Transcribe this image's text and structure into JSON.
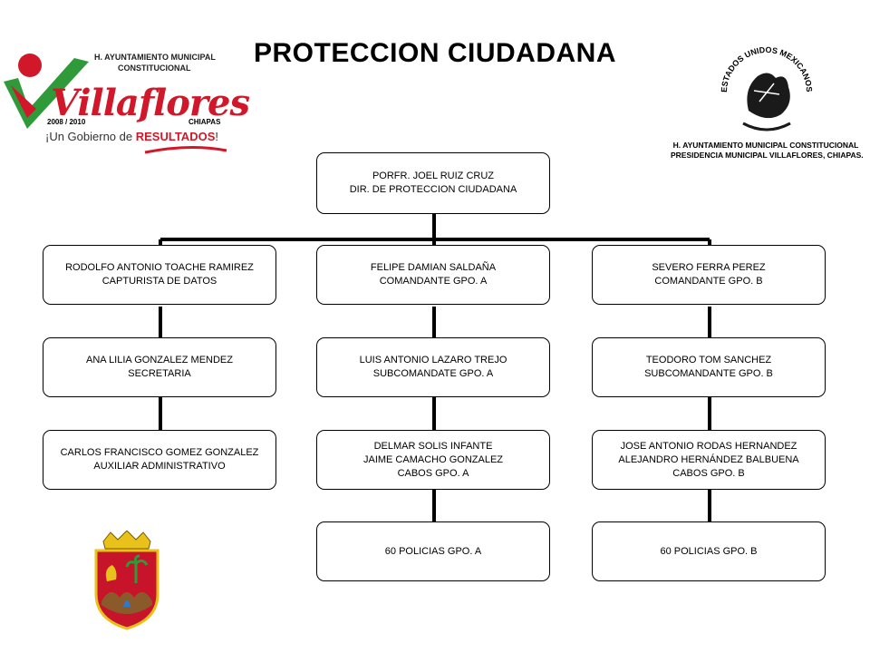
{
  "title": "PROTECCION CIUDADANA",
  "logo_left": {
    "header_line1": "H. AYUNTAMIENTO MUNICIPAL",
    "header_line2": "CONSTITUCIONAL",
    "name": "Villaflores",
    "years": "2008 / 2010",
    "state": "CHIAPAS",
    "slogan_prefix": "¡Un Gobierno de ",
    "slogan_highlight": "RESULTADOS",
    "slogan_suffix": "!"
  },
  "logo_right": {
    "seal_text": "ESTADOS UNIDOS MEXICANOS",
    "line1": "H. AYUNTAMIENTO MUNICIPAL CONSTITUCIONAL",
    "line2": "PRESIDENCIA MUNICIPAL VILLAFLORES, CHIAPAS."
  },
  "org": {
    "top": {
      "line1": "PORFR.  JOEL RUIZ CRUZ",
      "line2": "DIR. DE PROTECCION  CIUDADANA"
    },
    "col1": {
      "b1": {
        "line1": "RODOLFO  ANTONIO  TOACHE  RAMIREZ",
        "line2": "CAPTURISTA  DE DATOS"
      },
      "b2": {
        "line1": "ANA LILIA GONZALEZ MENDEZ",
        "line2": "SECRETARIA"
      },
      "b3": {
        "line1": "CARLOS  FRANCISCO  GOMEZ GONZALEZ",
        "line2": "AUXILIAR  ADMINISTRATIVO"
      }
    },
    "col2": {
      "b1": {
        "line1": "FELIPE  DAMIAN SALDAÑA",
        "line2": "COMANDANTE  GPO.  A"
      },
      "b2": {
        "line1": "LUIS ANTONIO  LAZARO TREJO",
        "line2": "SUBCOMANDATE  GPO. A"
      },
      "b3": {
        "line1": "DELMAR SOLIS INFANTE",
        "line2": "JAIME CAMACHO GONZALEZ",
        "line3": "CABOS GPO.  A"
      },
      "b4": {
        "line1": "60 POLICIAS  GPO.  A"
      }
    },
    "col3": {
      "b1": {
        "line1": "SEVERO  FERRA  PEREZ",
        "line2": "COMANDANTE  GPO.  B"
      },
      "b2": {
        "line1": "TEODORO  TOM  SANCHEZ",
        "line2": "SUBCOMANDANTE  GPO. B"
      },
      "b3": {
        "line1": "JOSE  ANTONIO  RODAS  HERNANDEZ",
        "line2": "ALEJANDRO  HERNÁNDEZ  BALBUENA",
        "line3": "CABOS  GPO.  B"
      },
      "b4": {
        "line1": "60 POLICIAS  GPO.  B"
      }
    }
  },
  "colors": {
    "brand_red": "#d0182a",
    "brand_green": "#2e9a3a",
    "line": "#000000"
  }
}
